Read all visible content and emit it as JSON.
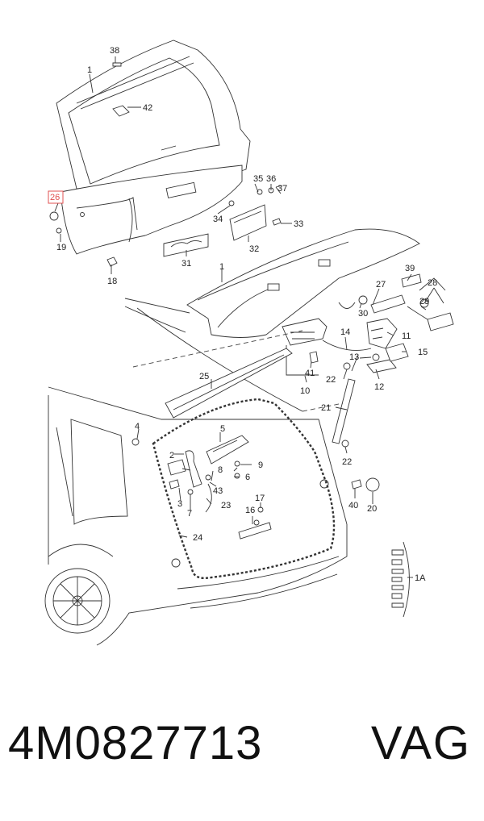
{
  "footer": {
    "part_number": "4M0827713",
    "brand": "VAG"
  },
  "highlighted_callout": "26",
  "callouts": [
    "1",
    "1",
    "1A",
    "2",
    "3",
    "4",
    "5",
    "6",
    "7",
    "8",
    "9",
    "10",
    "11",
    "12",
    "13",
    "14",
    "15",
    "16",
    "17",
    "18",
    "19",
    "20",
    "21",
    "22",
    "22",
    "23",
    "24",
    "25",
    "26",
    "27",
    "28",
    "29",
    "30",
    "31",
    "32",
    "33",
    "34",
    "35",
    "36",
    "37",
    "38",
    "39",
    "40",
    "41",
    "42",
    "43"
  ]
}
